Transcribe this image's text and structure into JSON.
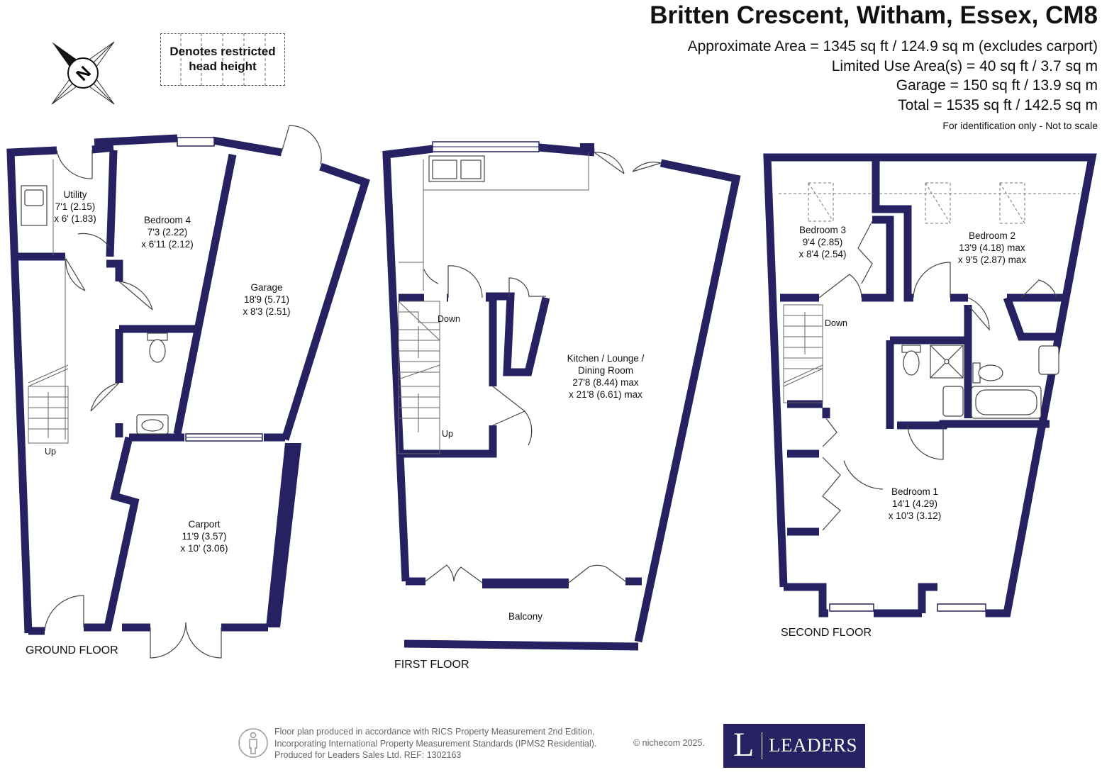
{
  "header": {
    "title": "Britten Crescent, Witham, Essex, CM8",
    "area_lines": [
      "Approximate Area = 1345 sq ft / 124.9 sq m (excludes carport)",
      "Limited Use Area(s) = 40 sq ft / 3.7 sq m",
      "Garage = 150 sq ft / 13.9 sq m",
      "Total = 1535 sq ft / 142.5 sq m"
    ],
    "identification_note": "For identification only - Not to scale"
  },
  "compass": {
    "label": "N"
  },
  "legend": {
    "line1": "Denotes restricted",
    "line2": "head height"
  },
  "colors": {
    "wall": "#262261",
    "fixture": "#444444",
    "logo_bg": "#262261"
  },
  "ground_floor": {
    "label": "GROUND FLOOR",
    "rooms": [
      {
        "name": "Utility",
        "dim1": "7'1 (2.15)",
        "dim2": "x 6' (1.83)"
      },
      {
        "name": "Bedroom 4",
        "dim1": "7'3 (2.22)",
        "dim2": "x 6'11 (2.12)"
      },
      {
        "name": "Garage",
        "dim1": "18'9 (5.71)",
        "dim2": "x 8'3 (2.51)"
      },
      {
        "name": "Carport",
        "dim1": "11'9 (3.57)",
        "dim2": "x 10' (3.06)"
      }
    ],
    "stair_label": "Up"
  },
  "first_floor": {
    "label": "FIRST FLOOR",
    "rooms": [
      {
        "name_line1": "Kitchen / Lounge /",
        "name_line2": "Dining Room",
        "dim1": "27'8 (8.44) max",
        "dim2": "x 21'8 (6.61) max"
      },
      {
        "name": "Balcony"
      }
    ],
    "stair_down": "Down",
    "stair_up": "Up"
  },
  "second_floor": {
    "label": "SECOND FLOOR",
    "rooms": [
      {
        "name": "Bedroom 3",
        "dim1": "9'4 (2.85)",
        "dim2": "x 8'4 (2.54)"
      },
      {
        "name": "Bedroom 2",
        "dim1": "13'9 (4.18) max",
        "dim2": "x 9'5 (2.87) max"
      },
      {
        "name": "Bedroom 1",
        "dim1": "14'1 (4.29)",
        "dim2": "x 10'3 (3.12)"
      }
    ],
    "stair_down": "Down"
  },
  "footer": {
    "lines": [
      "Floor plan produced in accordance with RICS Property Measurement 2nd Edition,",
      "Incorporating International Property Measurement Standards (IPMS2 Residential).",
      "Produced for Leaders Sales Ltd.   REF:  1302163"
    ],
    "copyright": "© nichecom 2025.",
    "logo_letter": "L",
    "logo_name": "LEADERS"
  }
}
